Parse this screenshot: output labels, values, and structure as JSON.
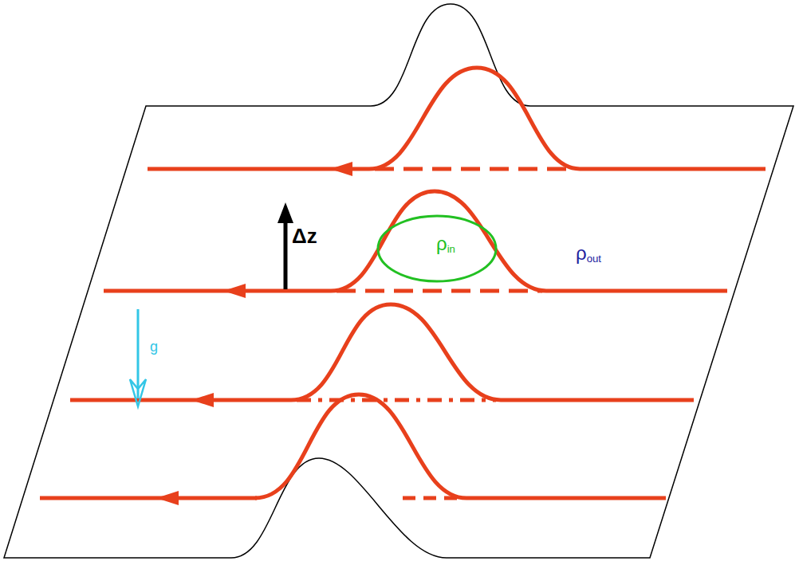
{
  "diagram": {
    "nodes": [
      {
        "text": [
          "ρin"
        ]
      }
    ],
    "labels": [
      "ρout",
      "Δz",
      "g"
    ]
  }
}
